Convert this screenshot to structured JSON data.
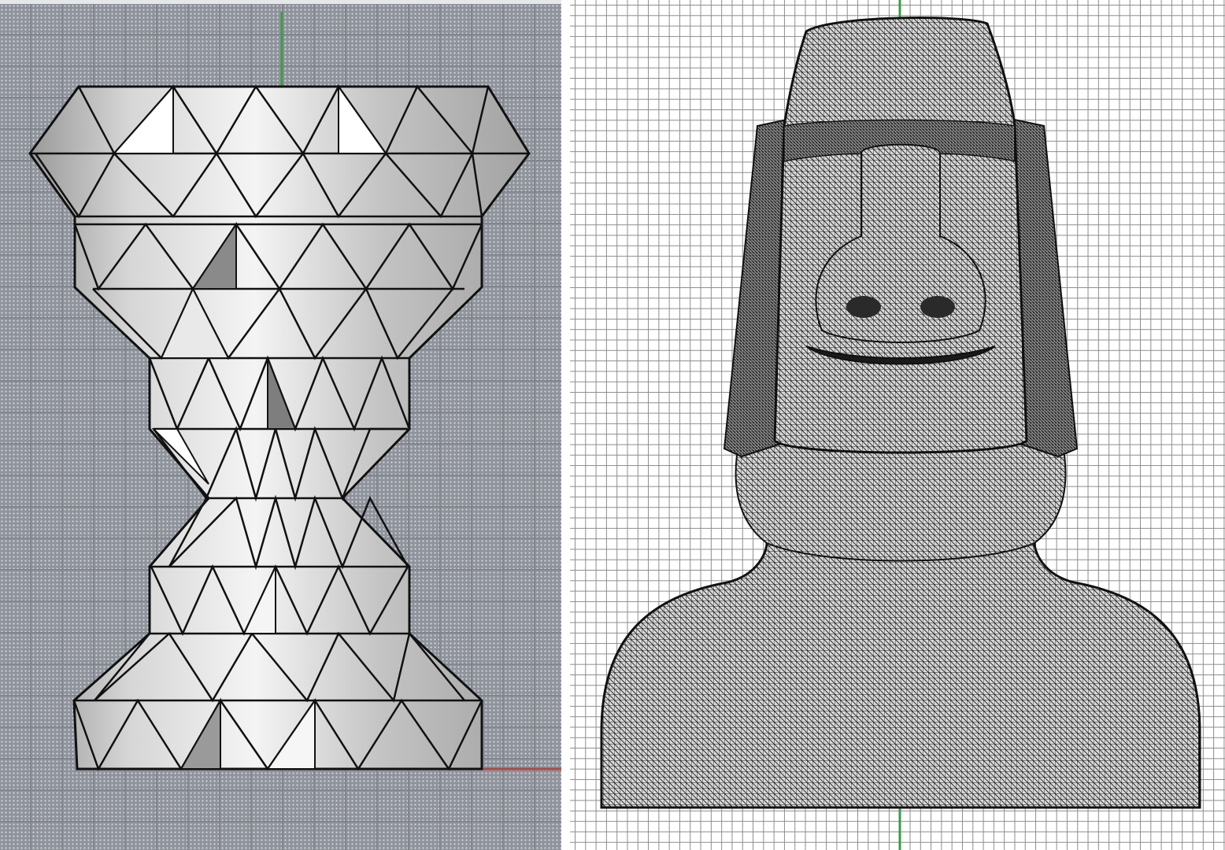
{
  "viewports": [
    {
      "id": "left",
      "content": "faceted-vase-mesh",
      "grid": "dotted-grey-grid",
      "axes": [
        "x-axis",
        "y-axis"
      ]
    },
    {
      "id": "right",
      "content": "moai-head-wireframe-mesh",
      "grid": "white-line-grid",
      "axes": [
        "y-axis"
      ]
    }
  ],
  "colors": {
    "left_background": "#8f939b",
    "right_background": "#ffffff",
    "y_axis": "#3e9a4a",
    "x_axis": "#b04848",
    "mesh_edge": "#111111",
    "facet_light": "#f2f2f2",
    "facet_mid": "#c9c9c9",
    "facet_dark": "#8d8d8d"
  }
}
